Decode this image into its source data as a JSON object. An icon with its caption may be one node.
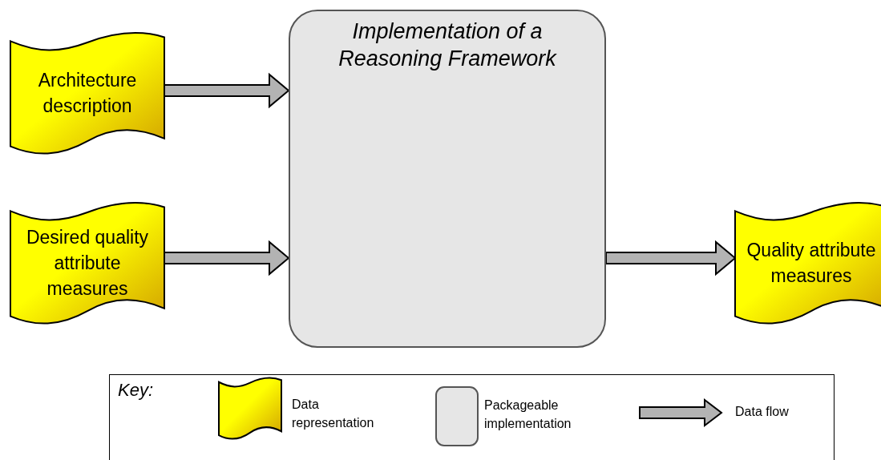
{
  "diagram": {
    "nodes": [
      {
        "text": [
          "Architecture description"
        ]
      },
      {
        "text": [
          "Desired quality attribute measures"
        ]
      },
      {
        "text": [
          "Implementation of a Reasoning Framework"
        ]
      },
      {
        "text": [
          "Quality attribute measures"
        ]
      }
    ],
    "edges": [
      {
        "from": 0,
        "to": 2,
        "arrow": "to"
      },
      {
        "from": 1,
        "to": 2,
        "arrow": "to"
      },
      {
        "from": 2,
        "to": 3,
        "arrow": "to"
      }
    ],
    "labels": [
      "Key:"
    ],
    "legend": [
      {
        "text": "Data representation"
      },
      {
        "text": "Packageable implementation"
      },
      {
        "text": "Data flow"
      }
    ]
  }
}
